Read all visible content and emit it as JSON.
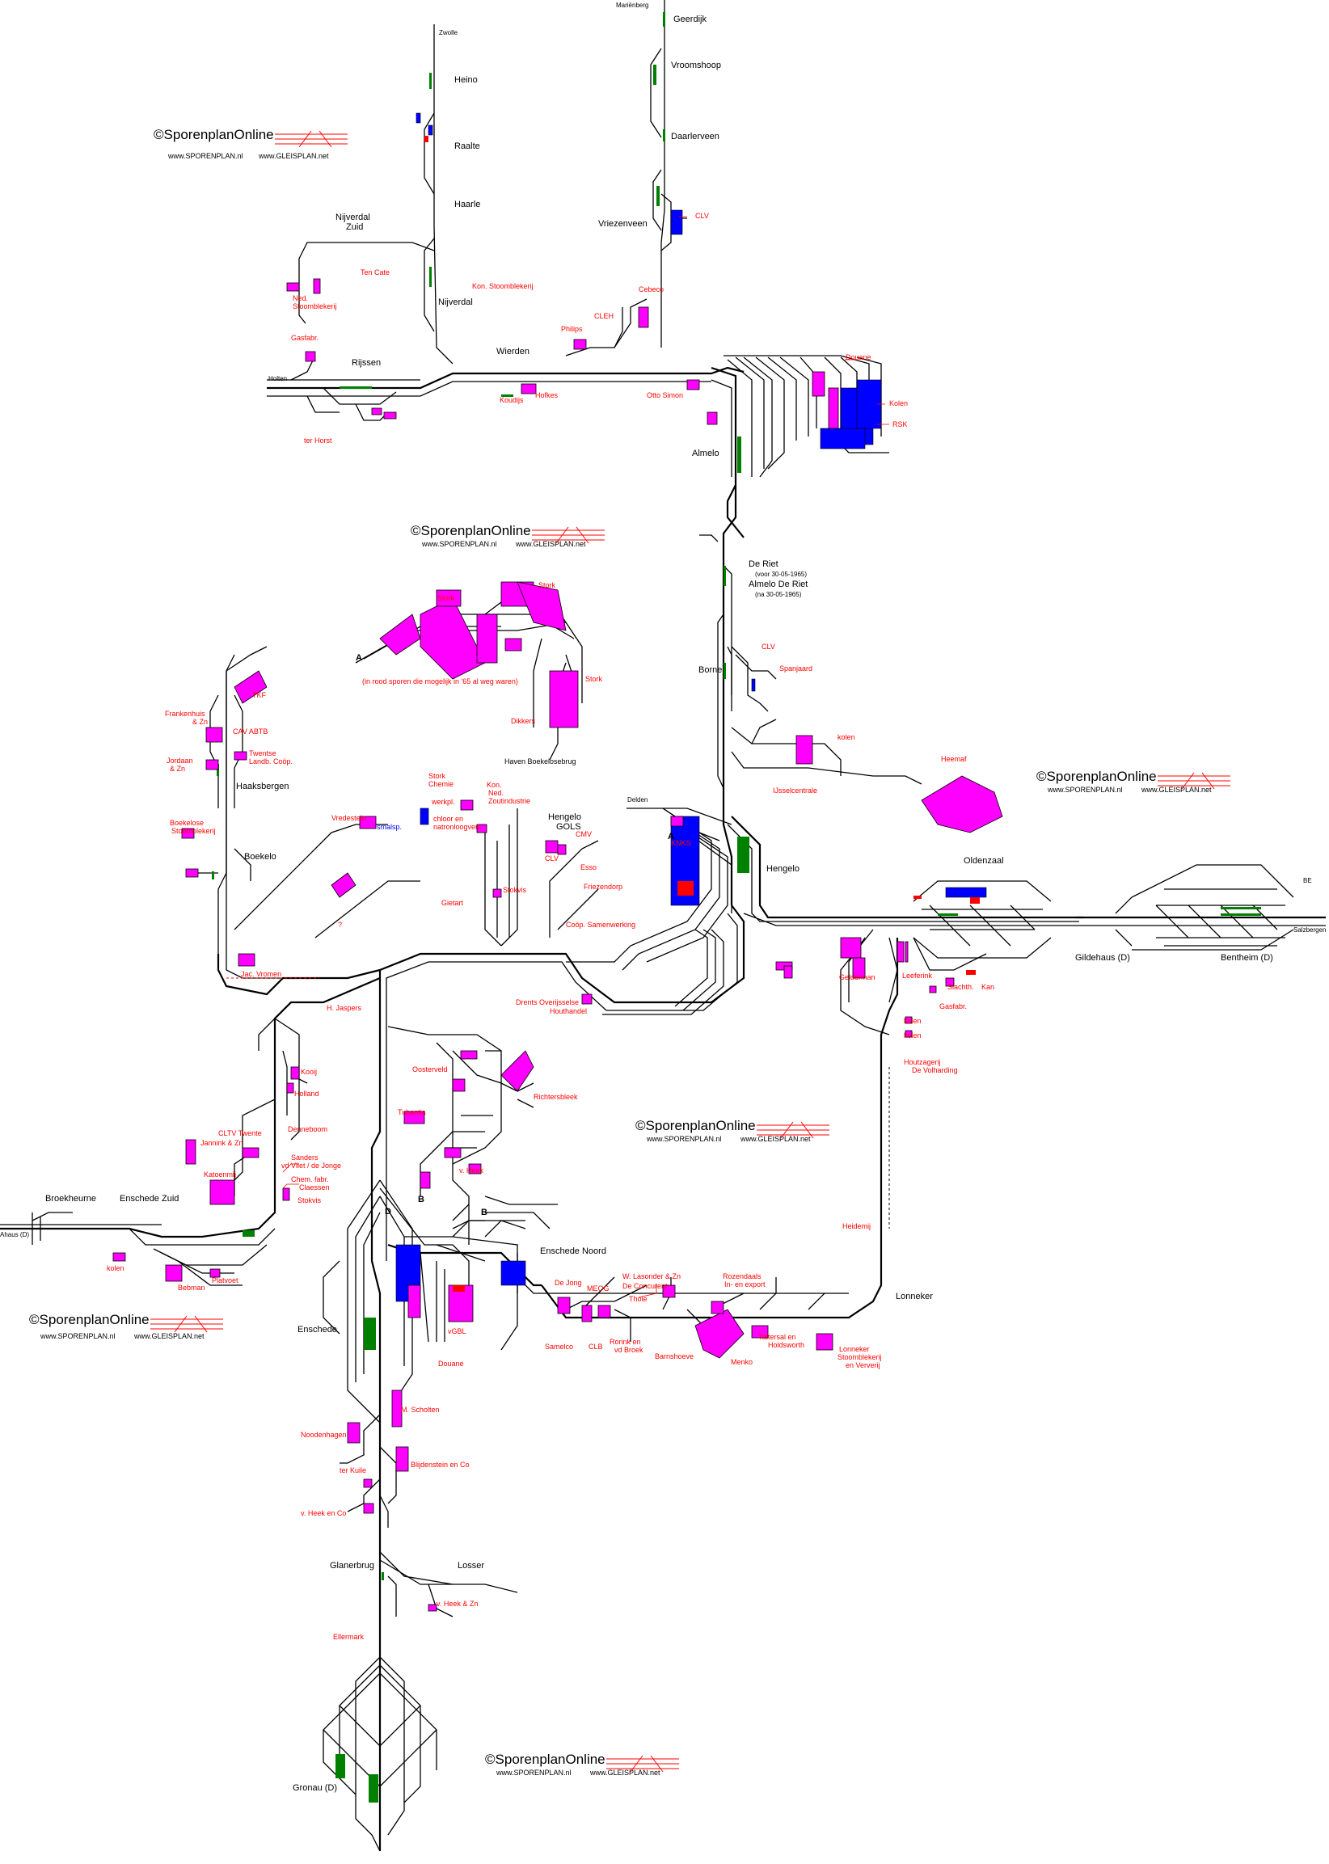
{
  "colors": {
    "track": "#000000",
    "industry": "#ff00ff",
    "industry_label": "#ff0000",
    "platform": "#008000",
    "building": "#0000ff",
    "station_label": "#000000"
  },
  "watermark": {
    "brand": "SporenplanOnline",
    "copyright": "©",
    "url_nl": "www.SPORENPLAN.nl",
    "url_de": "www.GLEISPLAN.net"
  },
  "stations": {
    "marienberg": "Mariënberg",
    "geerdijk": "Geerdijk",
    "vroomshoop": "Vroomshoop",
    "daarlerveen": "Daarlerveen",
    "vriezenveen": "Vriezenveen",
    "zwolle": "Zwolle",
    "heino": "Heino",
    "raalte": "Raalte",
    "haarle": "Haarle",
    "nijverdal_zuid_1": "Nijverdal",
    "nijverdal_zuid_2": "Zuid",
    "nijverdal": "Nijverdal",
    "rijssen": "Rijssen",
    "holten": "Holten",
    "wierden": "Wierden",
    "almelo": "Almelo",
    "de_riet": "De Riet",
    "de_riet_note": "(voor 30-05-1965)",
    "almelo_de_riet": "Almelo De Riet",
    "almelo_de_riet_note": "(na 30-05-1965)",
    "borne": "Borne",
    "haaksbergen": "Haaksbergen",
    "boekelo": "Boekelo",
    "hengelo": "Hengelo",
    "hengelo_gols_1": "Hengelo",
    "hengelo_gols_2": "GOLS",
    "delden": "Delden",
    "oldenzaal": "Oldenzaal",
    "gildehaus": "Gildehaus (D)",
    "bentheim": "Bentheim (D)",
    "salzbergen": "Salzbergen",
    "bentheim_short": "BE",
    "haven": "Haven Boekelosebrug",
    "broekheurne": "Broekheurne",
    "enschede_zuid": "Enschede Zuid",
    "ahaus": "Ahaus (D)",
    "enschede": "Enschede",
    "enschede_noord": "Enschede Noord",
    "lonneker": "Lonneker",
    "glanerbrug": "Glanerbrug",
    "losser": "Losser",
    "gronau": "Gronau (D)"
  },
  "markers": {
    "a": "A",
    "b": "B",
    "d": "D"
  },
  "industries": {
    "clv": "CLV",
    "cebeco": "Cebeco",
    "cleh": "CLEH",
    "philips": "Philips",
    "ten_cate": "Ten Cate",
    "kon_stoombl": "Kon. Stoomblekerij",
    "ned_stoombl_1": "Ned.",
    "ned_stoombl_2": "Stoomblekerij",
    "gasfabr": "Gasfabr.",
    "ter_horst": "ter Horst",
    "koudijs": "Koudijs",
    "hofkes": "Hofkes",
    "otto_simon": "Otto Simon",
    "douane": "Douane",
    "kolen": "Kolen",
    "rsk": "RSK",
    "stork": "Stork",
    "rood_note": "(in rood sporen die mogelijk in '65 al weg waren)",
    "dikkers": "Dikkers",
    "spanjaard": "Spanjaard",
    "kolen_lc": "kolen",
    "usselcentrale": "IJsselcentrale",
    "heemaf": "Heemaf",
    "tkf": "TKF",
    "frankenhuis_1": "Frankenhuis",
    "frankenhuis_2": "& Zn",
    "cav_abtb": "CAV  ABTB",
    "twentse_1": "Twentse",
    "twentse_2": "Landb. Coöp.",
    "jordaan_1": "Jordaan",
    "jordaan_2": "& Zn",
    "boekelose_1": "Boekelose",
    "boekelose_2": "Stoomblekerij",
    "vredestein": "Vredestein",
    "smalsp": "smalsp.",
    "question": "?",
    "jac_vromen": "Jac. Vromen",
    "stork_chemie_1": "Stork",
    "stork_chemie_2": "Chemie",
    "werkpl": "werkpl.",
    "kon_ned_1": "Kon.",
    "kon_ned_2": "Ned.",
    "kon_ned_3": "Zoutindustrie",
    "chloor_1": "chloor en",
    "chloor_2": "natronloogverl.",
    "stokvis": "Stokvis",
    "gietart": "Gietart",
    "clv2": "CLV",
    "cmv": "CMV",
    "esso": "Esso",
    "friezendorp": "Friezendorp",
    "coop_samenwerking": "Coöp. Samenwerking",
    "knks": "KNKS",
    "drents_1": "Drents Overijsselse",
    "drents_2": "Houthandel",
    "gelderman": "Gelderman",
    "leeferink": "Leeferink",
    "slachth": "Slachth.",
    "kan": "Kan",
    "gasfabr2": "Gasfabr.",
    "houtzagerij_1": "Houtzagerij",
    "houtzagerij_2": "De Volharding",
    "h_jaspers": "H. Jaspers",
    "kooij": "Kooij",
    "holland": "Holland",
    "denneboom": "Denneboom",
    "cltv": "CLTV Twente",
    "jannink": "Jannink & Zn",
    "sanders_1": "Sanders",
    "sanders_2": "vd Vliet / de Jonge",
    "chem_1": "Chem. fabr.",
    "chem_2": "Claessen",
    "katoenmij": "Katoenmij",
    "stokvis2": "Stokvis",
    "kolen2": "kolen",
    "bebman": "Bebman",
    "platvoet": "Platvoet",
    "oosterveld": "Oosterveld",
    "richtersbleek": "Richtersbleek",
    "tubantia": "Tubantia",
    "v_heek": "v. Heek",
    "heidemij": "Heidemij",
    "de_jong": "De Jong",
    "meog": "MEOG",
    "w_lasonder": "W. Lasonder & Zn",
    "de_concurent": "De Concurent",
    "thole": "Thole",
    "rozendaals_1": "Rozendaals",
    "rozendaals_2": "In- en export",
    "samelco": "Samelco",
    "clb": "CLB",
    "rorink_1": "Rorink en",
    "rorink_2": "vd Broek",
    "barnshoeve": "Barnshoeve",
    "menko": "Menko",
    "tattersal_1": "Tattersal en",
    "tattersal_2": "Holdsworth",
    "lonneker_sb_1": "Lonneker",
    "lonneker_sb_2": "Stoomblekerij",
    "lonneker_sb_3": "en Ververij",
    "vgbl": "vGBL",
    "douane2": "Douane",
    "m_scholten": "M. Scholten",
    "nooderhagen": "Noodenhagen",
    "blijdenstein": "Blijdenstein en Co",
    "ter_kuile": "ter Kuile",
    "v_heek_co": "v. Heek en Co",
    "v_heek_zn": "v. Heek & Zn",
    "ellermark": "Ellermark"
  }
}
